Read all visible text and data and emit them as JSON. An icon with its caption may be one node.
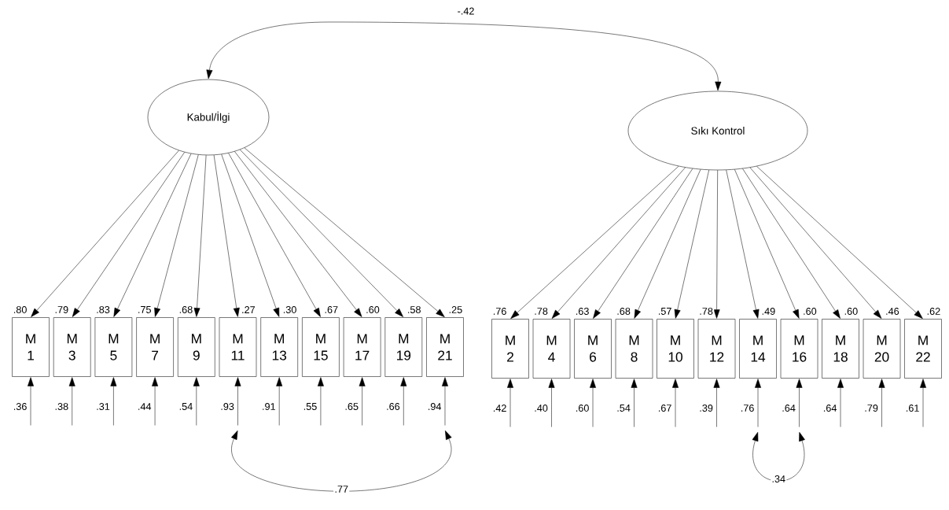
{
  "diagram": {
    "nodes": [
      {
        "text": [
          "Kabul/İlgi"
        ]
      },
      {
        "text": [
          "Sıkı Kontrol"
        ]
      },
      {
        "text": [
          "M 1"
        ]
      },
      {
        "text": [
          "M 3"
        ]
      },
      {
        "text": [
          "M 5"
        ]
      },
      {
        "text": [
          "M 7"
        ]
      },
      {
        "text": [
          "M 9"
        ]
      },
      {
        "text": [
          "M 11"
        ]
      },
      {
        "text": [
          "M 13"
        ]
      },
      {
        "text": [
          "M 15"
        ]
      },
      {
        "text": [
          "M 17"
        ]
      },
      {
        "text": [
          "M 19"
        ]
      },
      {
        "text": [
          "M 21"
        ]
      },
      {
        "text": [
          "M 2"
        ]
      },
      {
        "text": [
          "M 4"
        ]
      },
      {
        "text": [
          "M 6"
        ]
      },
      {
        "text": [
          "M 8"
        ]
      },
      {
        "text": [
          "M 10"
        ]
      },
      {
        "text": [
          "M 12"
        ]
      },
      {
        "text": [
          "M 14"
        ]
      },
      {
        "text": [
          "M 16"
        ]
      },
      {
        "text": [
          "M 18"
        ]
      },
      {
        "text": [
          "M 20"
        ]
      },
      {
        "text": [
          "M 22"
        ]
      }
    ],
    "edges": [
      {
        "from": 0,
        "to": 1,
        "arrow": "both",
        "label": "-.42"
      },
      {
        "from": 0,
        "to": 2,
        "arrow": "to",
        "label": ".80"
      },
      {
        "from": 0,
        "to": 3,
        "arrow": "to",
        "label": ".79"
      },
      {
        "from": 0,
        "to": 4,
        "arrow": "to",
        "label": ".83"
      },
      {
        "from": 0,
        "to": 5,
        "arrow": "to",
        "label": ".75"
      },
      {
        "from": 0,
        "to": 6,
        "arrow": "to",
        "label": ".68"
      },
      {
        "from": 0,
        "to": 7,
        "arrow": "to",
        "label": ".27"
      },
      {
        "from": 0,
        "to": 8,
        "arrow": "to",
        "label": ".30"
      },
      {
        "from": 0,
        "to": 9,
        "arrow": "to",
        "label": ".67"
      },
      {
        "from": 0,
        "to": 10,
        "arrow": "to",
        "label": ".60"
      },
      {
        "from": 0,
        "to": 11,
        "arrow": "to",
        "label": ".58"
      },
      {
        "from": 0,
        "to": 12,
        "arrow": "to",
        "label": ".25"
      },
      {
        "from": 1,
        "to": 13,
        "arrow": "to",
        "label": ".76"
      },
      {
        "from": 1,
        "to": 14,
        "arrow": "to",
        "label": ".78"
      },
      {
        "from": 1,
        "to": 15,
        "arrow": "to",
        "label": ".63"
      },
      {
        "from": 1,
        "to": 16,
        "arrow": "to",
        "label": ".68"
      },
      {
        "from": 1,
        "to": 17,
        "arrow": "to",
        "label": ".57"
      },
      {
        "from": 1,
        "to": 18,
        "arrow": "to",
        "label": ".78"
      },
      {
        "from": 1,
        "to": 19,
        "arrow": "to",
        "label": ".49"
      },
      {
        "from": 1,
        "to": 20,
        "arrow": "to",
        "label": ".60"
      },
      {
        "from": 1,
        "to": 21,
        "arrow": "to",
        "label": ".60"
      },
      {
        "from": 1,
        "to": 22,
        "arrow": "to",
        "label": ".46"
      },
      {
        "from": 1,
        "to": 23,
        "arrow": "to",
        "label": ".62"
      },
      {
        "from": null,
        "to": 2,
        "arrow": "to",
        "label": ".36"
      },
      {
        "from": null,
        "to": 3,
        "arrow": "to",
        "label": ".38"
      },
      {
        "from": null,
        "to": 4,
        "arrow": "to",
        "label": ".31"
      },
      {
        "from": null,
        "to": 5,
        "arrow": "to",
        "label": ".44"
      },
      {
        "from": null,
        "to": 6,
        "arrow": "to",
        "label": ".54"
      },
      {
        "from": null,
        "to": 7,
        "arrow": "to",
        "label": ".93"
      },
      {
        "from": null,
        "to": 8,
        "arrow": "to",
        "label": ".91"
      },
      {
        "from": null,
        "to": 9,
        "arrow": "to",
        "label": ".55"
      },
      {
        "from": null,
        "to": 10,
        "arrow": "to",
        "label": ".65"
      },
      {
        "from": null,
        "to": 11,
        "arrow": "to",
        "label": ".66"
      },
      {
        "from": null,
        "to": 12,
        "arrow": "to",
        "label": ".94"
      },
      {
        "from": null,
        "to": 13,
        "arrow": "to",
        "label": ".42"
      },
      {
        "from": null,
        "to": 14,
        "arrow": "to",
        "label": ".40"
      },
      {
        "from": null,
        "to": 15,
        "arrow": "to",
        "label": ".60"
      },
      {
        "from": null,
        "to": 16,
        "arrow": "to",
        "label": ".54"
      },
      {
        "from": null,
        "to": 17,
        "arrow": "to",
        "label": ".67"
      },
      {
        "from": null,
        "to": 18,
        "arrow": "to",
        "label": ".39"
      },
      {
        "from": null,
        "to": 19,
        "arrow": "to",
        "label": ".76"
      },
      {
        "from": null,
        "to": 20,
        "arrow": "to",
        "label": ".64"
      },
      {
        "from": null,
        "to": 21,
        "arrow": "to",
        "label": ".64"
      },
      {
        "from": null,
        "to": 22,
        "arrow": "to",
        "label": ".79"
      },
      {
        "from": null,
        "to": 23,
        "arrow": "to",
        "label": ".61"
      },
      {
        "from": 7,
        "to": 12,
        "arrow": "both",
        "label": ".77"
      },
      {
        "from": 19,
        "to": 20,
        "arrow": "both",
        "label": ".34"
      }
    ]
  }
}
